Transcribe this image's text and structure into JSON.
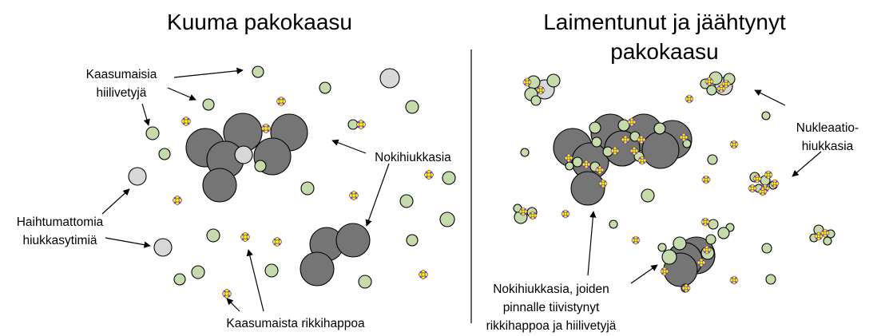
{
  "left_panel": {
    "title": "Kuuma pakokaasu",
    "labels": {
      "hydrocarbons": [
        "Kaasumaisia",
        "hiilivetyjä"
      ],
      "soot": "Nokihiukkasia",
      "nuclei": [
        "Haihtumattomia",
        "hiukkasytimiä"
      ],
      "sulfuric_acid": "Kaasumaista rikkihappoa"
    }
  },
  "right_panel": {
    "title": [
      "Laimentunut ja jäähtynyt",
      "pakokaasu"
    ],
    "labels": {
      "nucleation": [
        "Nukleaatio-",
        "hiukkasia"
      ],
      "coated_soot": [
        "Nokihiukkasia, joiden",
        "pinnalle tiivistynyt",
        "rikkihappoa ja hiilivetyjä"
      ]
    }
  },
  "colors": {
    "soot": "#757575",
    "hydrocarbon": "#c6dbab",
    "nucleus": "#d8d8d8",
    "acid_petal": "#f5ef1e",
    "acid_dot": "#8e2ee0",
    "outline": "#000000"
  }
}
